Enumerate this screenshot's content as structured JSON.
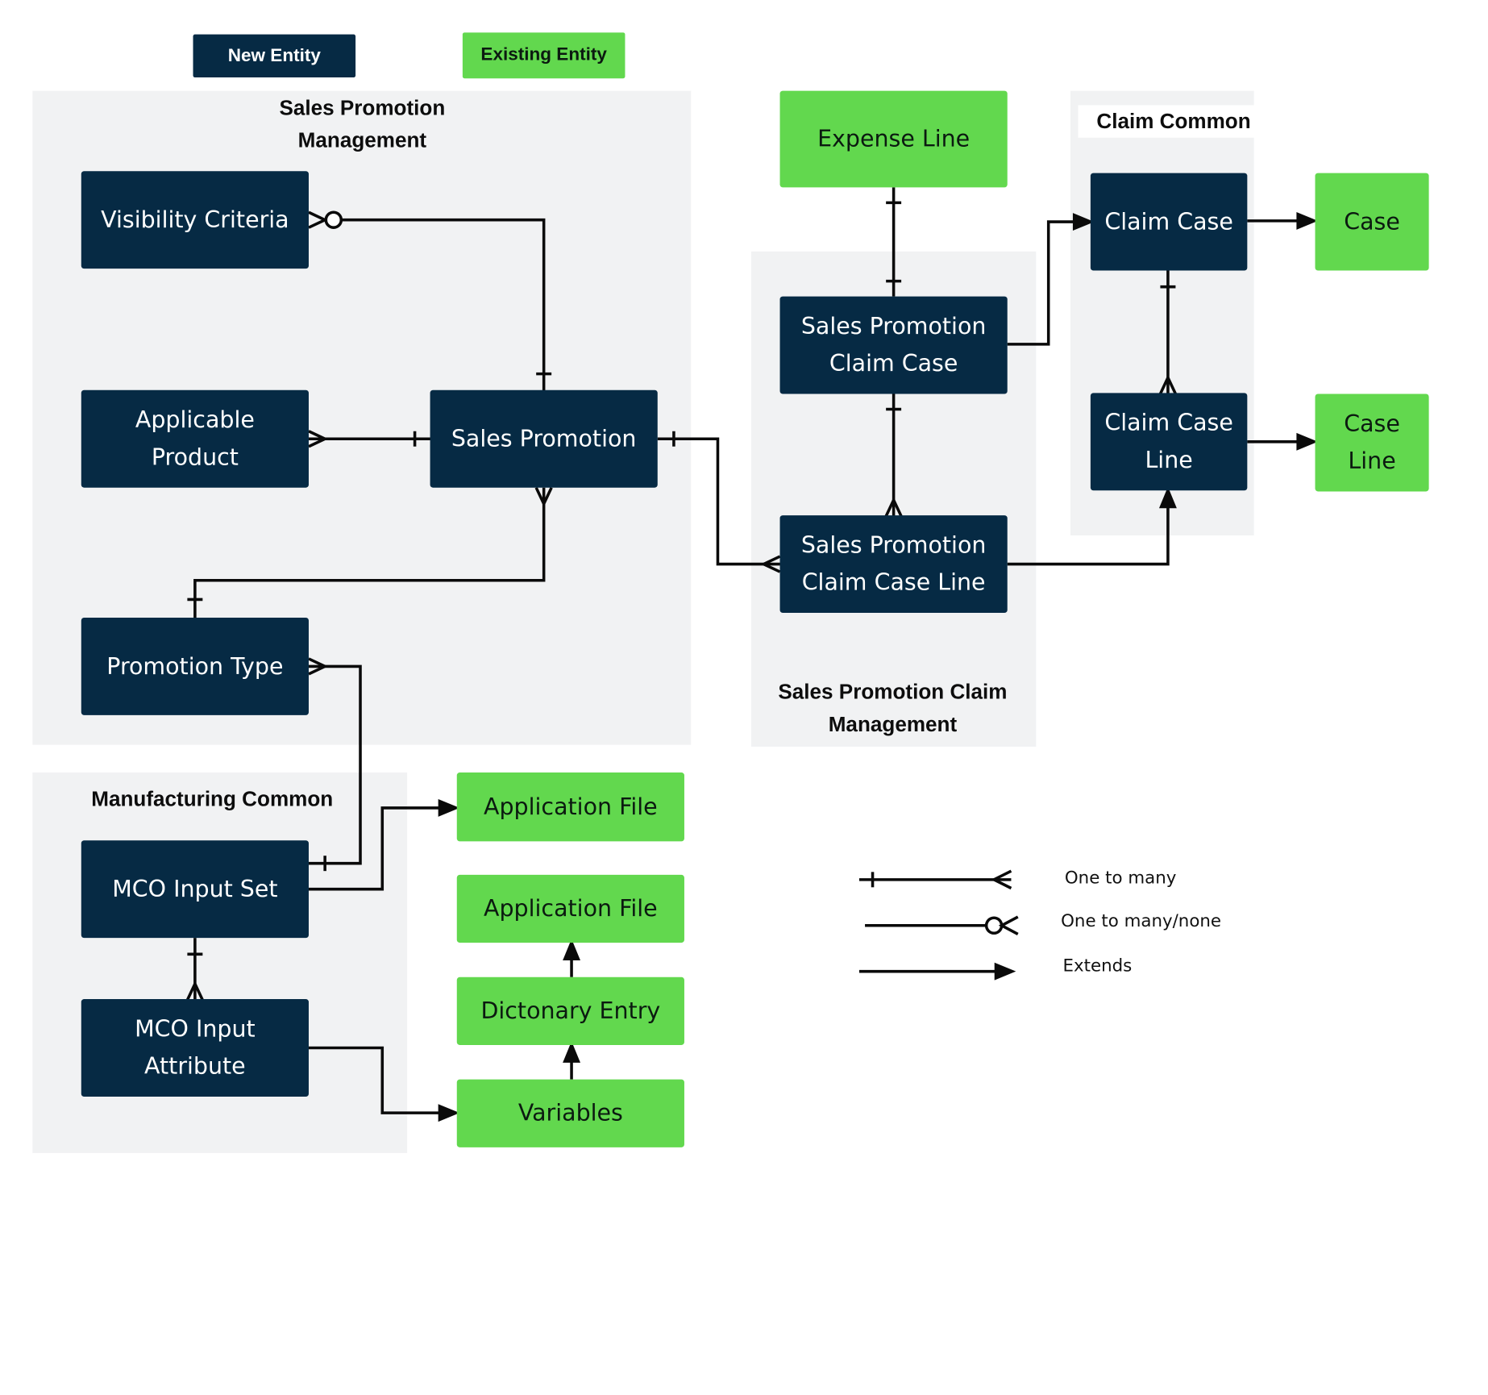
{
  "legend": {
    "new_entity": "New Entity",
    "existing_entity": "Existing Entity",
    "one_to_many": "One to many",
    "one_to_many_none": "One to many/none",
    "extends": "Extends"
  },
  "colors": {
    "new_entity": "#062a44",
    "existing_entity": "#62d84e",
    "region": "#f1f2f3"
  },
  "regions": {
    "sales_promotion_management": "Sales Promotion Management",
    "sales_promotion_claim_management": "Sales Promotion Claim Management",
    "claim_common": "Claim Common",
    "manufacturing_common": "Manufacturing Common"
  },
  "entities": {
    "visibility_criteria": "Visibility Criteria",
    "applicable_product": "Applicable Product",
    "sales_promotion": "Sales Promotion",
    "promotion_type": "Promotion Type",
    "expense_line": "Expense Line",
    "sp_claim_case": "Sales Promotion Claim Case",
    "sp_claim_case_line": "Sales Promotion Claim Case Line",
    "claim_case": "Claim Case",
    "claim_case_line": "Claim Case Line",
    "case": "Case",
    "case_line": "Case Line",
    "mco_input_set": "MCO Input Set",
    "mco_input_attribute": "MCO Input Attribute",
    "application_file_1": "Application File",
    "application_file_2": "Application File",
    "dictonary_entry": "Dictonary Entry",
    "variables": "Variables"
  }
}
